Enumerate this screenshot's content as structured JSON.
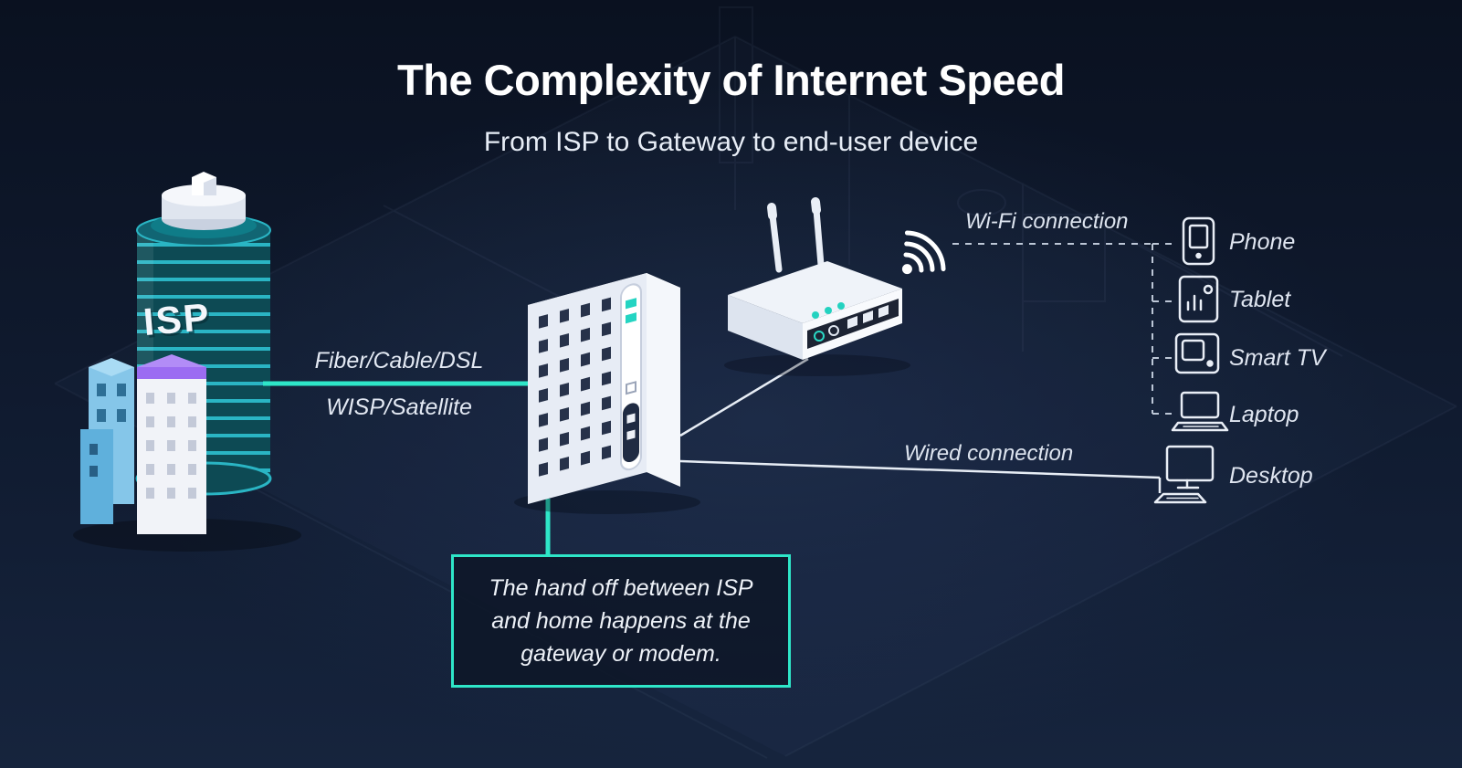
{
  "title": "The Complexity of Internet Speed",
  "subtitle": "From ISP to Gateway to end-user device",
  "isp": {
    "label": "ISP"
  },
  "connection": {
    "fiber_label": "Fiber/Cable/DSL",
    "wisp_label": "WISP/Satellite"
  },
  "wifi": {
    "label": "Wi-Fi connection"
  },
  "wired": {
    "label": "Wired connection"
  },
  "devices": [
    {
      "id": "phone",
      "label": "Phone"
    },
    {
      "id": "tablet",
      "label": "Tablet"
    },
    {
      "id": "smart-tv",
      "label": "Smart TV"
    },
    {
      "id": "laptop",
      "label": "Laptop"
    },
    {
      "id": "desktop",
      "label": "Desktop"
    }
  ],
  "callout": {
    "text": "The hand off between ISP and home happens at the gateway or modem."
  },
  "icons": [
    "wifi-signal-icon",
    "phone-icon",
    "tablet-icon",
    "smart-tv-icon",
    "laptop-icon",
    "desktop-icon"
  ],
  "colors": {
    "background": "#0E1728",
    "accent": "#2EE6C8",
    "text": "#FFFFFF",
    "muted_text": "#DFE6F1",
    "isp_tower_dark": "#0D4A54",
    "isp_tower_light": "#2AB5C4",
    "purple_accent": "#9B6CF2",
    "blue_building": "#85C6E9"
  }
}
